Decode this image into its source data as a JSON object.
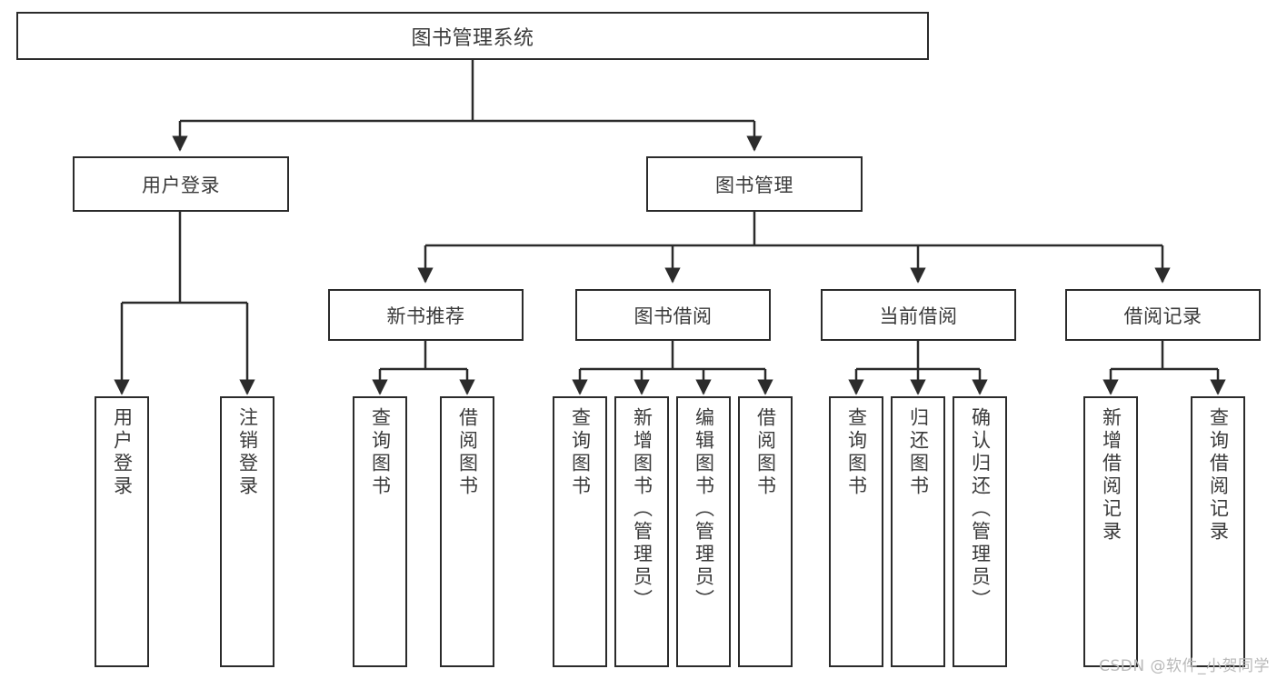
{
  "diagram": {
    "type": "tree",
    "title": "图书管理系统",
    "line_color": "#2b2b2b",
    "box_fill": "#ffffff",
    "text_color": "#3a3a3a",
    "root": {
      "label": "图书管理系统"
    },
    "level2": [
      {
        "label": "用户登录"
      },
      {
        "label": "图书管理"
      }
    ],
    "level3": [
      {
        "label": "新书推荐"
      },
      {
        "label": "图书借阅"
      },
      {
        "label": "当前借阅"
      },
      {
        "label": "借阅记录"
      }
    ],
    "leaves": {
      "user_login": [
        {
          "label": "用户登录"
        },
        {
          "label": "注销登录"
        }
      ],
      "new_book": [
        {
          "label": "查询图书"
        },
        {
          "label": "借阅图书"
        }
      ],
      "book_borrow": [
        {
          "label": "查询图书"
        },
        {
          "label": "新增图书（管理员）"
        },
        {
          "label": "编辑图书（管理员）"
        },
        {
          "label": "借阅图书"
        }
      ],
      "current_borrow": [
        {
          "label": "查询图书"
        },
        {
          "label": "归还图书"
        },
        {
          "label": "确认归还（管理员）"
        }
      ],
      "borrow_record": [
        {
          "label": "新增借阅记录"
        },
        {
          "label": "查询借阅记录"
        }
      ]
    }
  },
  "watermark": {
    "text": "CSDN @软件_小贺同学"
  }
}
